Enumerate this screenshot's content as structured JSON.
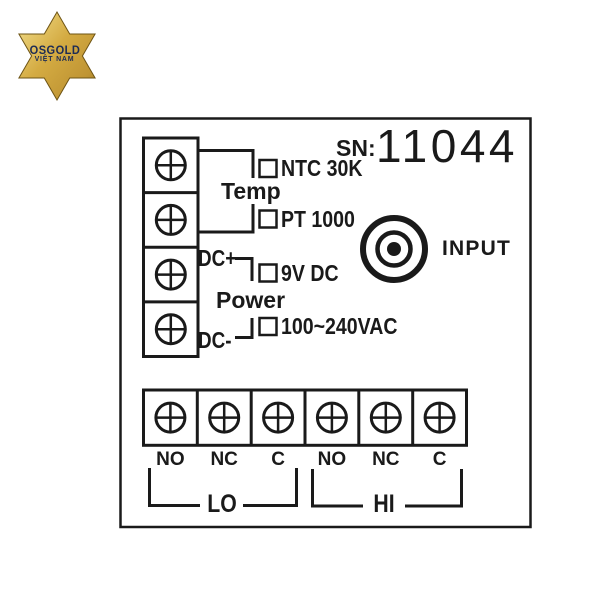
{
  "colors": {
    "line": "#1a1a1a",
    "star_gold_light": "#f3e08e",
    "star_gold_mid": "#d4ab42",
    "star_gold_dark": "#9c7a26",
    "star_outline": "#6e5414",
    "logo_text": "#1c2b55"
  },
  "logo": {
    "brand": "OSGOLD",
    "region": "VIỆT NAM"
  },
  "serial": {
    "label": "SN:",
    "value": "11044"
  },
  "temp": {
    "group_label": "Temp",
    "options": [
      {
        "label": "NTC 30K"
      },
      {
        "label": "PT 1000"
      }
    ]
  },
  "power": {
    "group_label": "Power",
    "dc_plus_label": "DC+",
    "dc_minus_label": "DC-",
    "options": [
      {
        "label": "9V DC"
      },
      {
        "label": "100~240VAC"
      }
    ]
  },
  "input": {
    "label": "INPUT"
  },
  "relays": {
    "terminal_labels": [
      "NO",
      "NC",
      "C",
      "NO",
      "NC",
      "C"
    ],
    "low_group_label": "LO",
    "high_group_label": "HI"
  }
}
